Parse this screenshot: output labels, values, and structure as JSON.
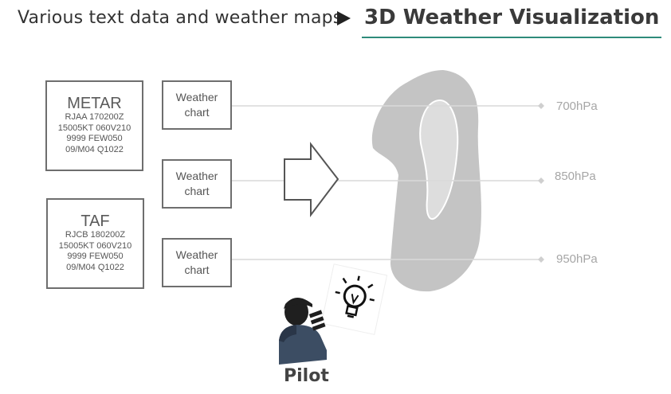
{
  "header": {
    "left_text": "Various text data and weather maps",
    "right_text": "3D Weather Visualization",
    "accent_color": "#2e8b7a"
  },
  "metar": {
    "title": "METAR",
    "lines": [
      "RJAA 170200Z",
      "15005KT 060V210",
      "9999 FEW050",
      "09/M04 Q1022"
    ]
  },
  "taf": {
    "title": "TAF",
    "lines": [
      "RJCB 180200Z",
      "15005KT 060V210",
      "9999 FEW050",
      "09/M04 Q1022"
    ]
  },
  "weather_charts": [
    {
      "line1": "Weather",
      "line2": "chart"
    },
    {
      "line1": "Weather",
      "line2": "chart"
    },
    {
      "line1": "Weather",
      "line2": "chart"
    }
  ],
  "levels": [
    "700hPa",
    "850hPa",
    "950hPa"
  ],
  "pilot": {
    "label": "Pilot",
    "icon": "pilot-icon"
  },
  "icons": {
    "arrow": "right-arrow-icon",
    "idea": "lightbulb-icon",
    "play": "play-triangle-icon"
  }
}
